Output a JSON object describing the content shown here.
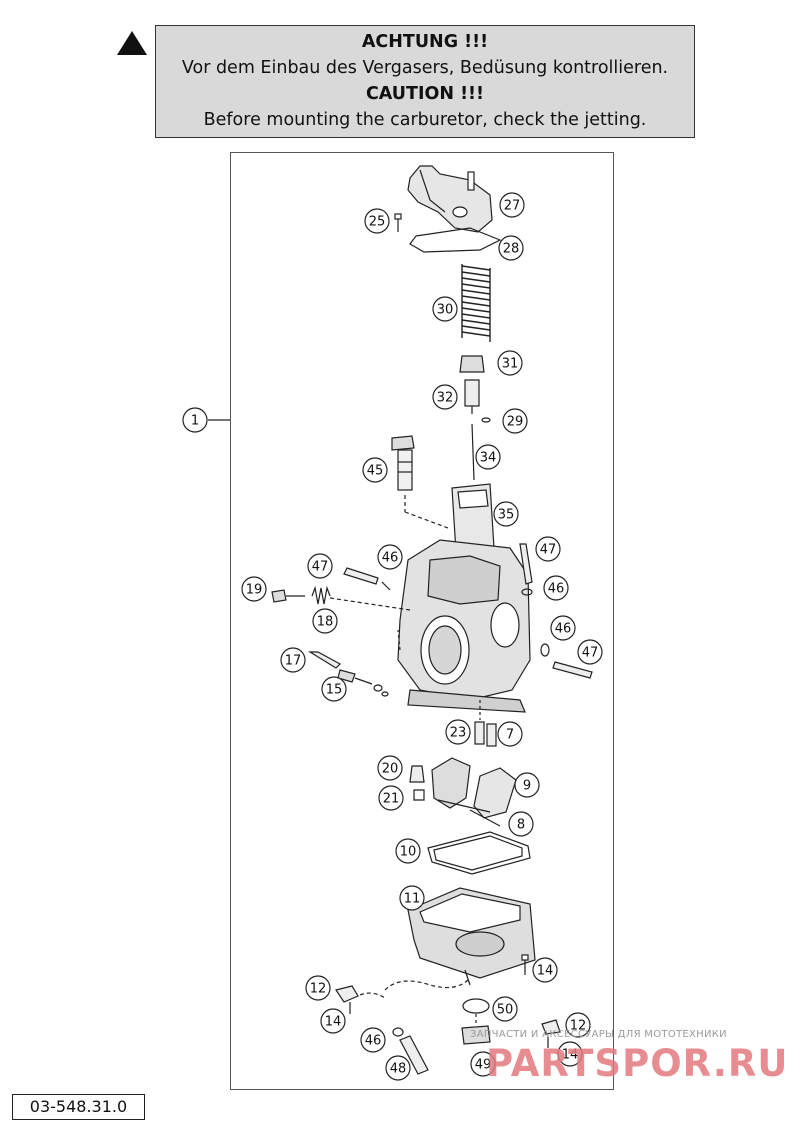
{
  "warning": {
    "de_title": "ACHTUNG !!!",
    "de_text": "Vor dem Einbau des Vergasers, Bedüsung kontrollieren.",
    "en_title": "CAUTION !!!",
    "en_text": "Before mounting the carburetor, check the jetting."
  },
  "callouts": [
    {
      "id": "c1",
      "label": "1"
    },
    {
      "id": "c25",
      "label": "25"
    },
    {
      "id": "c27",
      "label": "27"
    },
    {
      "id": "c28",
      "label": "28"
    },
    {
      "id": "c30",
      "label": "30"
    },
    {
      "id": "c31",
      "label": "31"
    },
    {
      "id": "c32",
      "label": "32"
    },
    {
      "id": "c29",
      "label": "29"
    },
    {
      "id": "c34",
      "label": "34"
    },
    {
      "id": "c45",
      "label": "45"
    },
    {
      "id": "c35",
      "label": "35"
    },
    {
      "id": "c47a",
      "label": "47"
    },
    {
      "id": "c46a",
      "label": "46"
    },
    {
      "id": "c47b",
      "label": "47"
    },
    {
      "id": "c46b",
      "label": "46"
    },
    {
      "id": "c19",
      "label": "19"
    },
    {
      "id": "c18",
      "label": "18"
    },
    {
      "id": "c46c",
      "label": "46"
    },
    {
      "id": "c47c",
      "label": "47"
    },
    {
      "id": "c17",
      "label": "17"
    },
    {
      "id": "c15",
      "label": "15"
    },
    {
      "id": "c23",
      "label": "23"
    },
    {
      "id": "c7",
      "label": "7"
    },
    {
      "id": "c20",
      "label": "20"
    },
    {
      "id": "c9",
      "label": "9"
    },
    {
      "id": "c21",
      "label": "21"
    },
    {
      "id": "c8",
      "label": "8"
    },
    {
      "id": "c10",
      "label": "10"
    },
    {
      "id": "c11",
      "label": "11"
    },
    {
      "id": "c14a",
      "label": "14"
    },
    {
      "id": "c12a",
      "label": "12"
    },
    {
      "id": "c14b",
      "label": "14"
    },
    {
      "id": "c50",
      "label": "50"
    },
    {
      "id": "c46d",
      "label": "46"
    },
    {
      "id": "c12b",
      "label": "12"
    },
    {
      "id": "c14c",
      "label": "14"
    },
    {
      "id": "c49",
      "label": "49"
    },
    {
      "id": "c48",
      "label": "48"
    }
  ],
  "part_code": "03-548.31.0",
  "watermark": {
    "small": "ЗАПЧАСТИ И АКСЕССУАРЫ ДЛЯ МОТОТЕХНИКИ",
    "big": "PARTSPOR.RU"
  }
}
